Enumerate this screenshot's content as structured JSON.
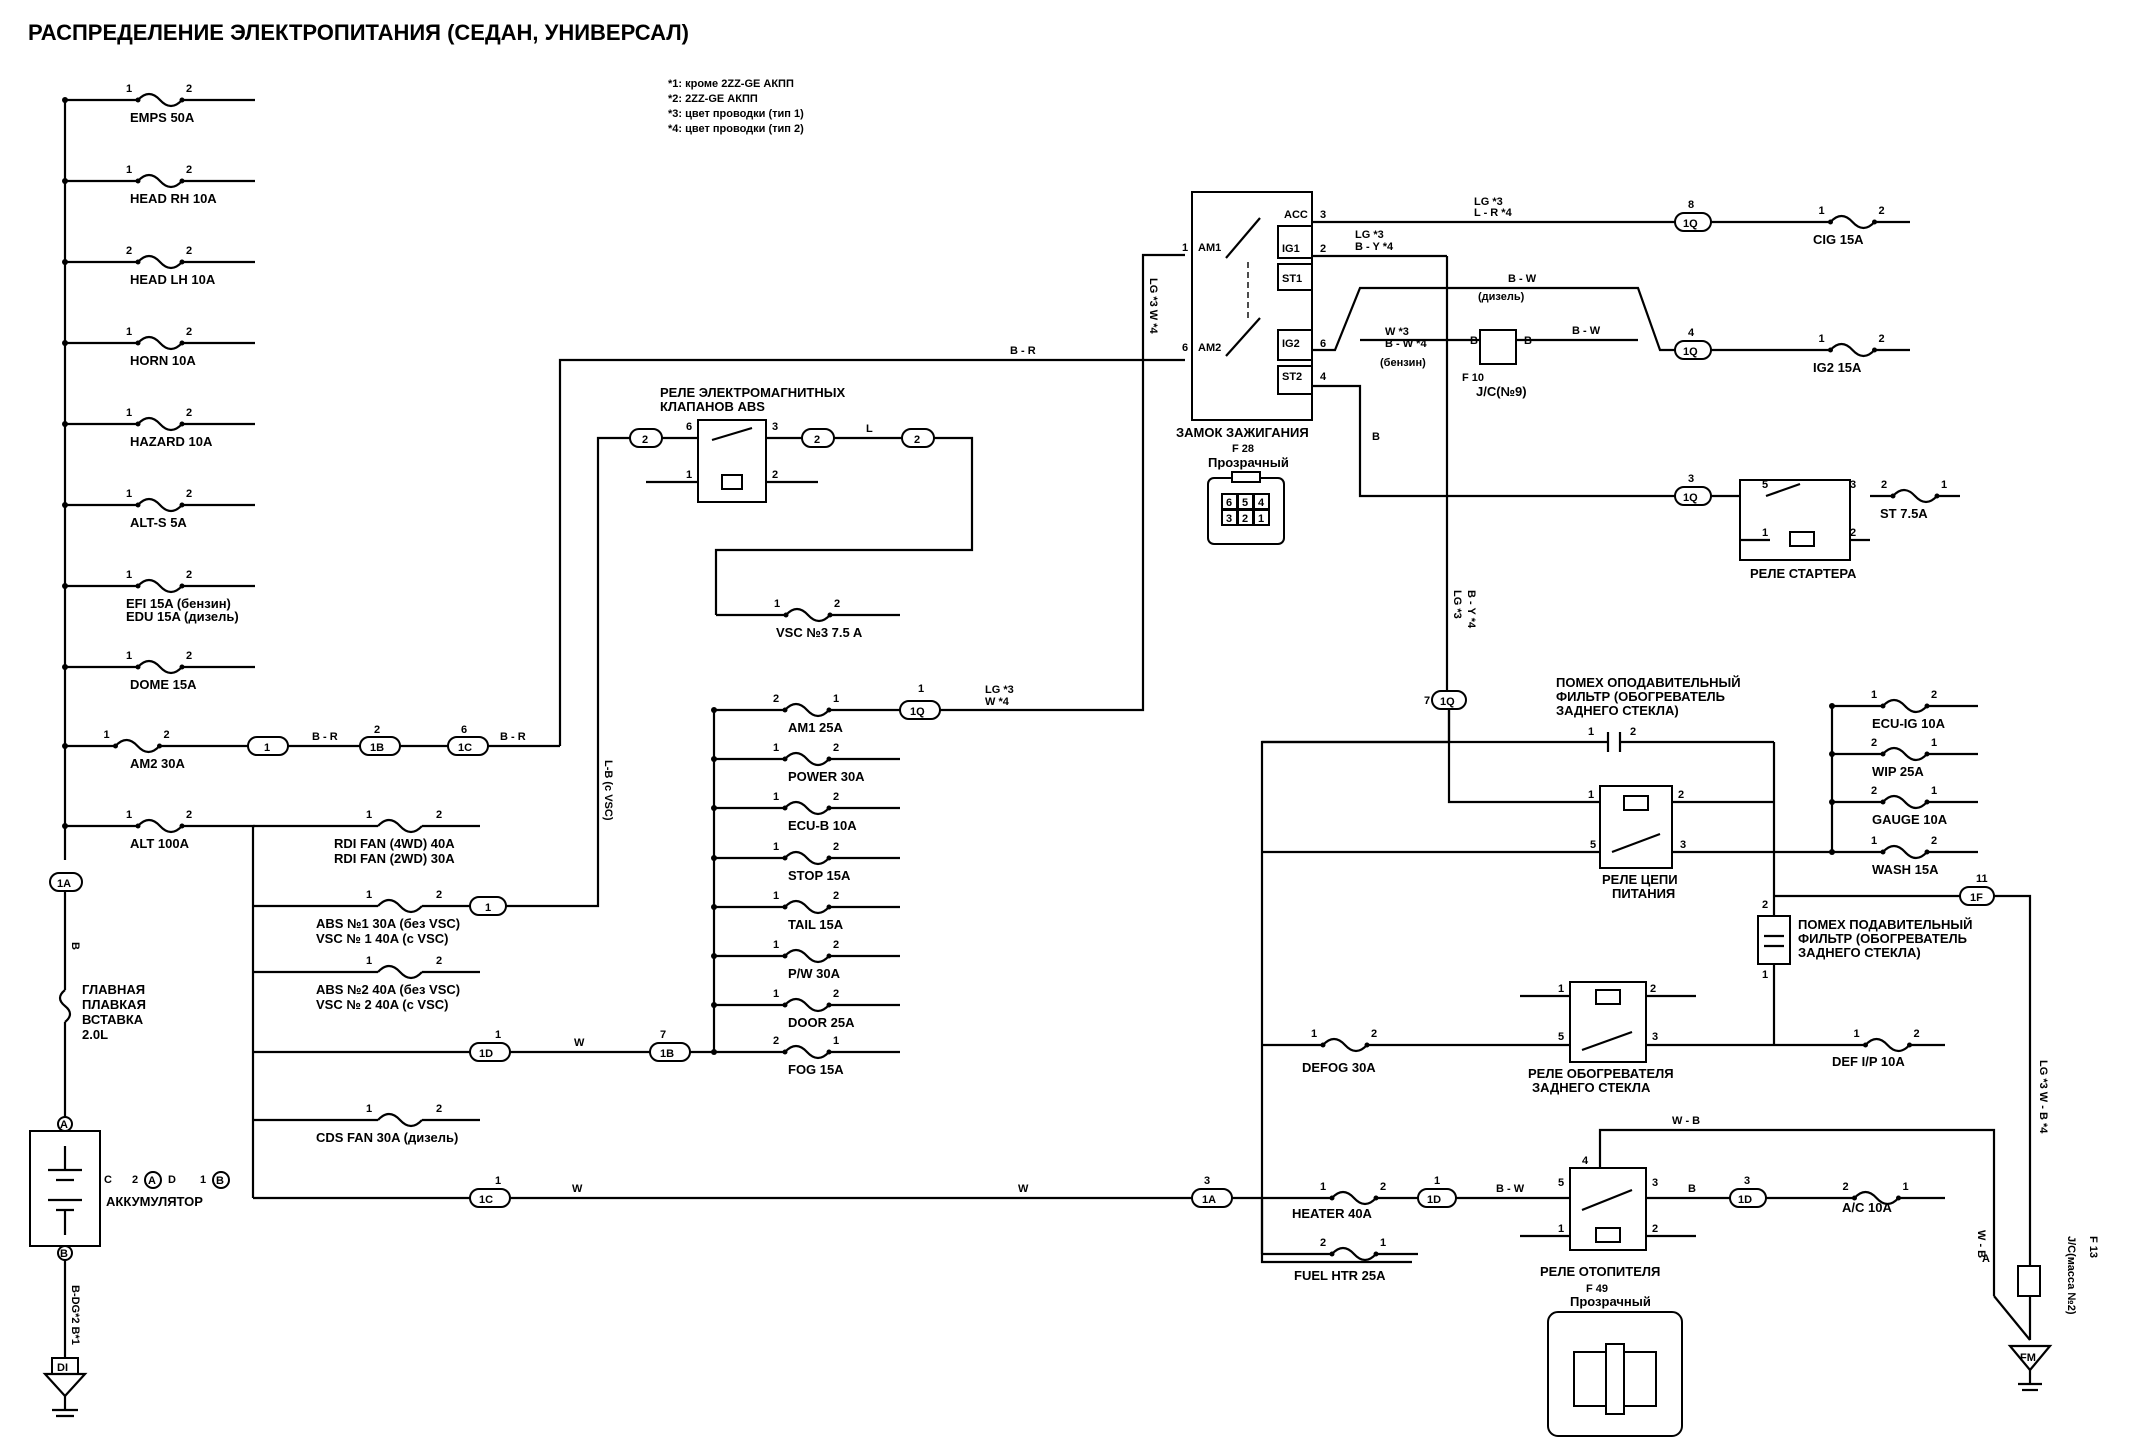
{
  "title": "РАСПРЕДЕЛЕНИЕ ЭЛЕКТРОПИТАНИЯ (СЕДАН, УНИВЕРСАЛ)",
  "notes": [
    "*1: кроме 2ZZ-GE АКПП",
    "*2: 2ZZ-GE АКПП",
    "*3: цвет проводки (тип 1)",
    "*4: цвет проводки (тип 2)"
  ],
  "left_fuses": [
    {
      "label": "EMPS 50A",
      "p1": "1",
      "p2": "2"
    },
    {
      "label": "HEAD RH 10A",
      "p1": "1",
      "p2": "2"
    },
    {
      "label": "HEAD LH 10A",
      "p1": "2",
      "p2": "2"
    },
    {
      "label": "HORN 10A",
      "p1": "1",
      "p2": "2"
    },
    {
      "label": "HAZARD 10A",
      "p1": "1",
      "p2": "2"
    },
    {
      "label": "ALT-S 5A",
      "p1": "1",
      "p2": "2"
    },
    {
      "label": "EFI  15A (бензин)",
      "p1": "1",
      "p2": "2"
    },
    {
      "label": "DOME 15A",
      "p1": "1",
      "p2": "2"
    },
    {
      "label": "AM2 30A",
      "p1": "1",
      "p2": "2"
    },
    {
      "label": "ALT 100A",
      "p1": "1",
      "p2": "2"
    }
  ],
  "edu_label": "EDU  15A (дизель)",
  "battery": {
    "label": "АККУМУЛЯТОР",
    "pin_c": "C",
    "pin_d": "D",
    "conn_a": "A",
    "conn_b": "B",
    "conn_2": "2",
    "conn_1": "1"
  },
  "main_fusible": {
    "line1": "ГЛАВНАЯ",
    "line2": "ПЛАВКАЯ",
    "line3": "ВСТАВКА",
    "line4": "2.0L"
  },
  "ground_left": "DI",
  "left_wire_code": "B",
  "ground_left_wire": "B-DG*2  B*1",
  "connector_1A": "1A",
  "am2_chain": {
    "c1": "1",
    "c2": "1B",
    "c3": "1C",
    "p2": "2",
    "p6": "6",
    "w1": "B - R",
    "w2": "B - R"
  },
  "abs_relay": {
    "title1": "РЕЛЕ ЭЛЕКТРОМАГНИТНЫХ",
    "title2": "КЛАПАНОВ ABS",
    "c_left": "2",
    "c_right": "2",
    "c_far": "2",
    "pin6": "6",
    "pin3": "3",
    "pin1": "1",
    "pin2": "2",
    "wire": "L",
    "wire_left": "L-B (с VSC)"
  },
  "vsc3": {
    "label": "VSC №3 7.5 A",
    "p1": "1",
    "p2": "2"
  },
  "alt_branch": [
    {
      "line1": "RDI FAN (4WD) 40A",
      "line2": "RDI FAN (2WD) 30A",
      "p1": "1",
      "p2": "2"
    },
    {
      "line1": "ABS №1   30A (без VSC)",
      "line2": "VSC № 1  40A (с VSC)",
      "p1": "1",
      "p2": "2",
      "conn": "1"
    },
    {
      "line1": "ABS №2   40A (без VSC)",
      "line2": "VSC № 2  40A (с VSC)",
      "p1": "1",
      "p2": "2"
    },
    {
      "line1": "CDS FAN  30A (дизель)",
      "line2": "",
      "p1": "1",
      "p2": "2"
    }
  ],
  "w_chain": {
    "c1": "1D",
    "c2": "1B",
    "p1": "1",
    "p7": "7",
    "wire": "W"
  },
  "bottom_chain": {
    "c1": "1C",
    "c2": "1A",
    "p1": "1",
    "p3": "3",
    "wire1": "W",
    "wire2": "W"
  },
  "am1_group": [
    {
      "label": "AM1 25A",
      "p1": "2",
      "p2": "1"
    },
    {
      "label": "POWER 30A",
      "p1": "1",
      "p2": "2"
    },
    {
      "label": "ECU-B 10A",
      "p1": "1",
      "p2": "2"
    },
    {
      "label": "STOP 15A",
      "p1": "1",
      "p2": "2"
    },
    {
      "label": "TAIL 15A",
      "p1": "1",
      "p2": "2"
    },
    {
      "label": "P/W 30A",
      "p1": "1",
      "p2": "2"
    },
    {
      "label": "DOOR 25A",
      "p1": "1",
      "p2": "2"
    },
    {
      "label": "FOG 15A",
      "p1": "2",
      "p2": "1"
    }
  ],
  "am1_conn": {
    "conn": "1Q",
    "pin": "1",
    "wire1": "LG  *3",
    "wire2": "W   *4"
  },
  "ignition": {
    "title": "ЗАМОК ЗАЖИГАНИЯ",
    "id": "F 28",
    "color": "Прозрачный",
    "pins": [
      "ACC",
      "IG1",
      "ST1",
      "IG2",
      "ST2",
      "AM1",
      "AM2"
    ],
    "pin_nums": [
      "3",
      "2",
      "6",
      "4",
      "1",
      "6"
    ],
    "wire_left": "B - R",
    "wire_vert": "LG *3  W *4",
    "connector_cells": [
      "6",
      "5",
      "4",
      "3",
      "2",
      "1"
    ]
  },
  "top_right": {
    "acc_wire1": "LG   *3",
    "acc_wire2": "L - R  *4",
    "ig1_wire1": "LG    *3",
    "ig1_wire2": "B - Y  *4",
    "dz_wire": "B - W",
    "dz_note": "(дизель)",
    "bz_wire1": "W     *3",
    "bz_wire2": "B - W  *4",
    "bz_note": "(бензин)",
    "jc_b1": "B",
    "jc_b2": "B",
    "jc_wire": "B - W",
    "jc_id": "F 10",
    "jc_label": "J/C(№9)",
    "c8": "1Q",
    "c8_pin": "8",
    "c4": "1Q",
    "c4_pin": "4",
    "c3": "1Q",
    "c3_pin": "3",
    "st2_wire": "B"
  },
  "top_right_fuses": [
    {
      "label": "CIG 15A",
      "p1": "1",
      "p2": "2"
    },
    {
      "label": "IG2 15A",
      "p1": "1",
      "p2": "2"
    },
    {
      "label": "ST 7.5A",
      "p1": "2",
      "p2": "1"
    }
  ],
  "starter_relay": {
    "label": "РЕЛЕ СТАРТЕРА",
    "p5": "5",
    "p3": "3",
    "p1": "1",
    "p2": "2"
  },
  "vert_wire": {
    "line1": "LG  *3",
    "line2": "B - Y  *4",
    "conn": "1Q",
    "pin": "7"
  },
  "filter_top": {
    "line1": "ПОМЕХ ОПОДАВИТЕЛЬНЫЙ",
    "line2": "ФИЛЬТР (ОБОГРЕВАТЕЛЬ",
    "line3": "ЗАДНЕГО СТЕКЛА)",
    "p1": "1",
    "p2": "2"
  },
  "power_relay": {
    "line1": "РЕЛЕ ЦЕПИ",
    "line2": "ПИТАНИЯ",
    "p1": "1",
    "p2": "2",
    "p5": "5",
    "p3": "3"
  },
  "right_fuses": [
    {
      "label": "ECU-IG 10A",
      "p1": "1",
      "p2": "2"
    },
    {
      "label": "WIP 25A",
      "p1": "2",
      "p2": "1"
    },
    {
      "label": "GAUGE 10A",
      "p1": "2",
      "p2": "1"
    },
    {
      "label": "WASH 15A",
      "p1": "1",
      "p2": "2"
    }
  ],
  "filter_right": {
    "line1": "ПОМЕХ ПОДАВИТЕЛЬНЫЙ",
    "line2": "ФИЛЬТР (ОБОГРЕВАТЕЛЬ",
    "line3": "ЗАДНЕГО СТЕКЛА)",
    "p2": "2",
    "p1": "1",
    "conn": "1F",
    "conn_pin": "11"
  },
  "defog": {
    "fuse": "DEFOG 30A",
    "p1": "1",
    "p2": "2",
    "relay1": "РЕЛЕ ОБОГРЕВАТЕЛЯ",
    "relay2": "ЗАДНЕГО СТЕКЛА",
    "rp1": "1",
    "rp2": "2",
    "rp5": "5",
    "rp3": "3",
    "def_fuse": "DEF I/P 10A",
    "dp1": "1",
    "dp2": "2"
  },
  "heater": {
    "fuse": "HEATER 40A",
    "p1": "1",
    "p2": "2",
    "conn": "1D",
    "conn_pin": "1",
    "wire": "B - W",
    "relay": "РЕЛЕ ОТОПИТЕЛЯ",
    "rid": "F 49",
    "rcolor": "Прозрачный",
    "rp4": "4",
    "rp5": "5",
    "rp3": "3",
    "rp1": "1",
    "rp2": "2",
    "wire_b": "B",
    "c2": "1D",
    "c2_pin": "3",
    "ac": "A/C 10A",
    "ap1": "2",
    "ap2": "1",
    "wire_wb": "W - B"
  },
  "fuel_htr": {
    "label": "FUEL HTR 25A",
    "p1": "2",
    "p2": "1"
  },
  "right_edge": {
    "wire": "LG *3  W - B *4",
    "wb": "W - B",
    "jc_id": "F 13",
    "jc_label": "J/C(масса №2)",
    "pin_a": "A",
    "ground": "FM"
  }
}
